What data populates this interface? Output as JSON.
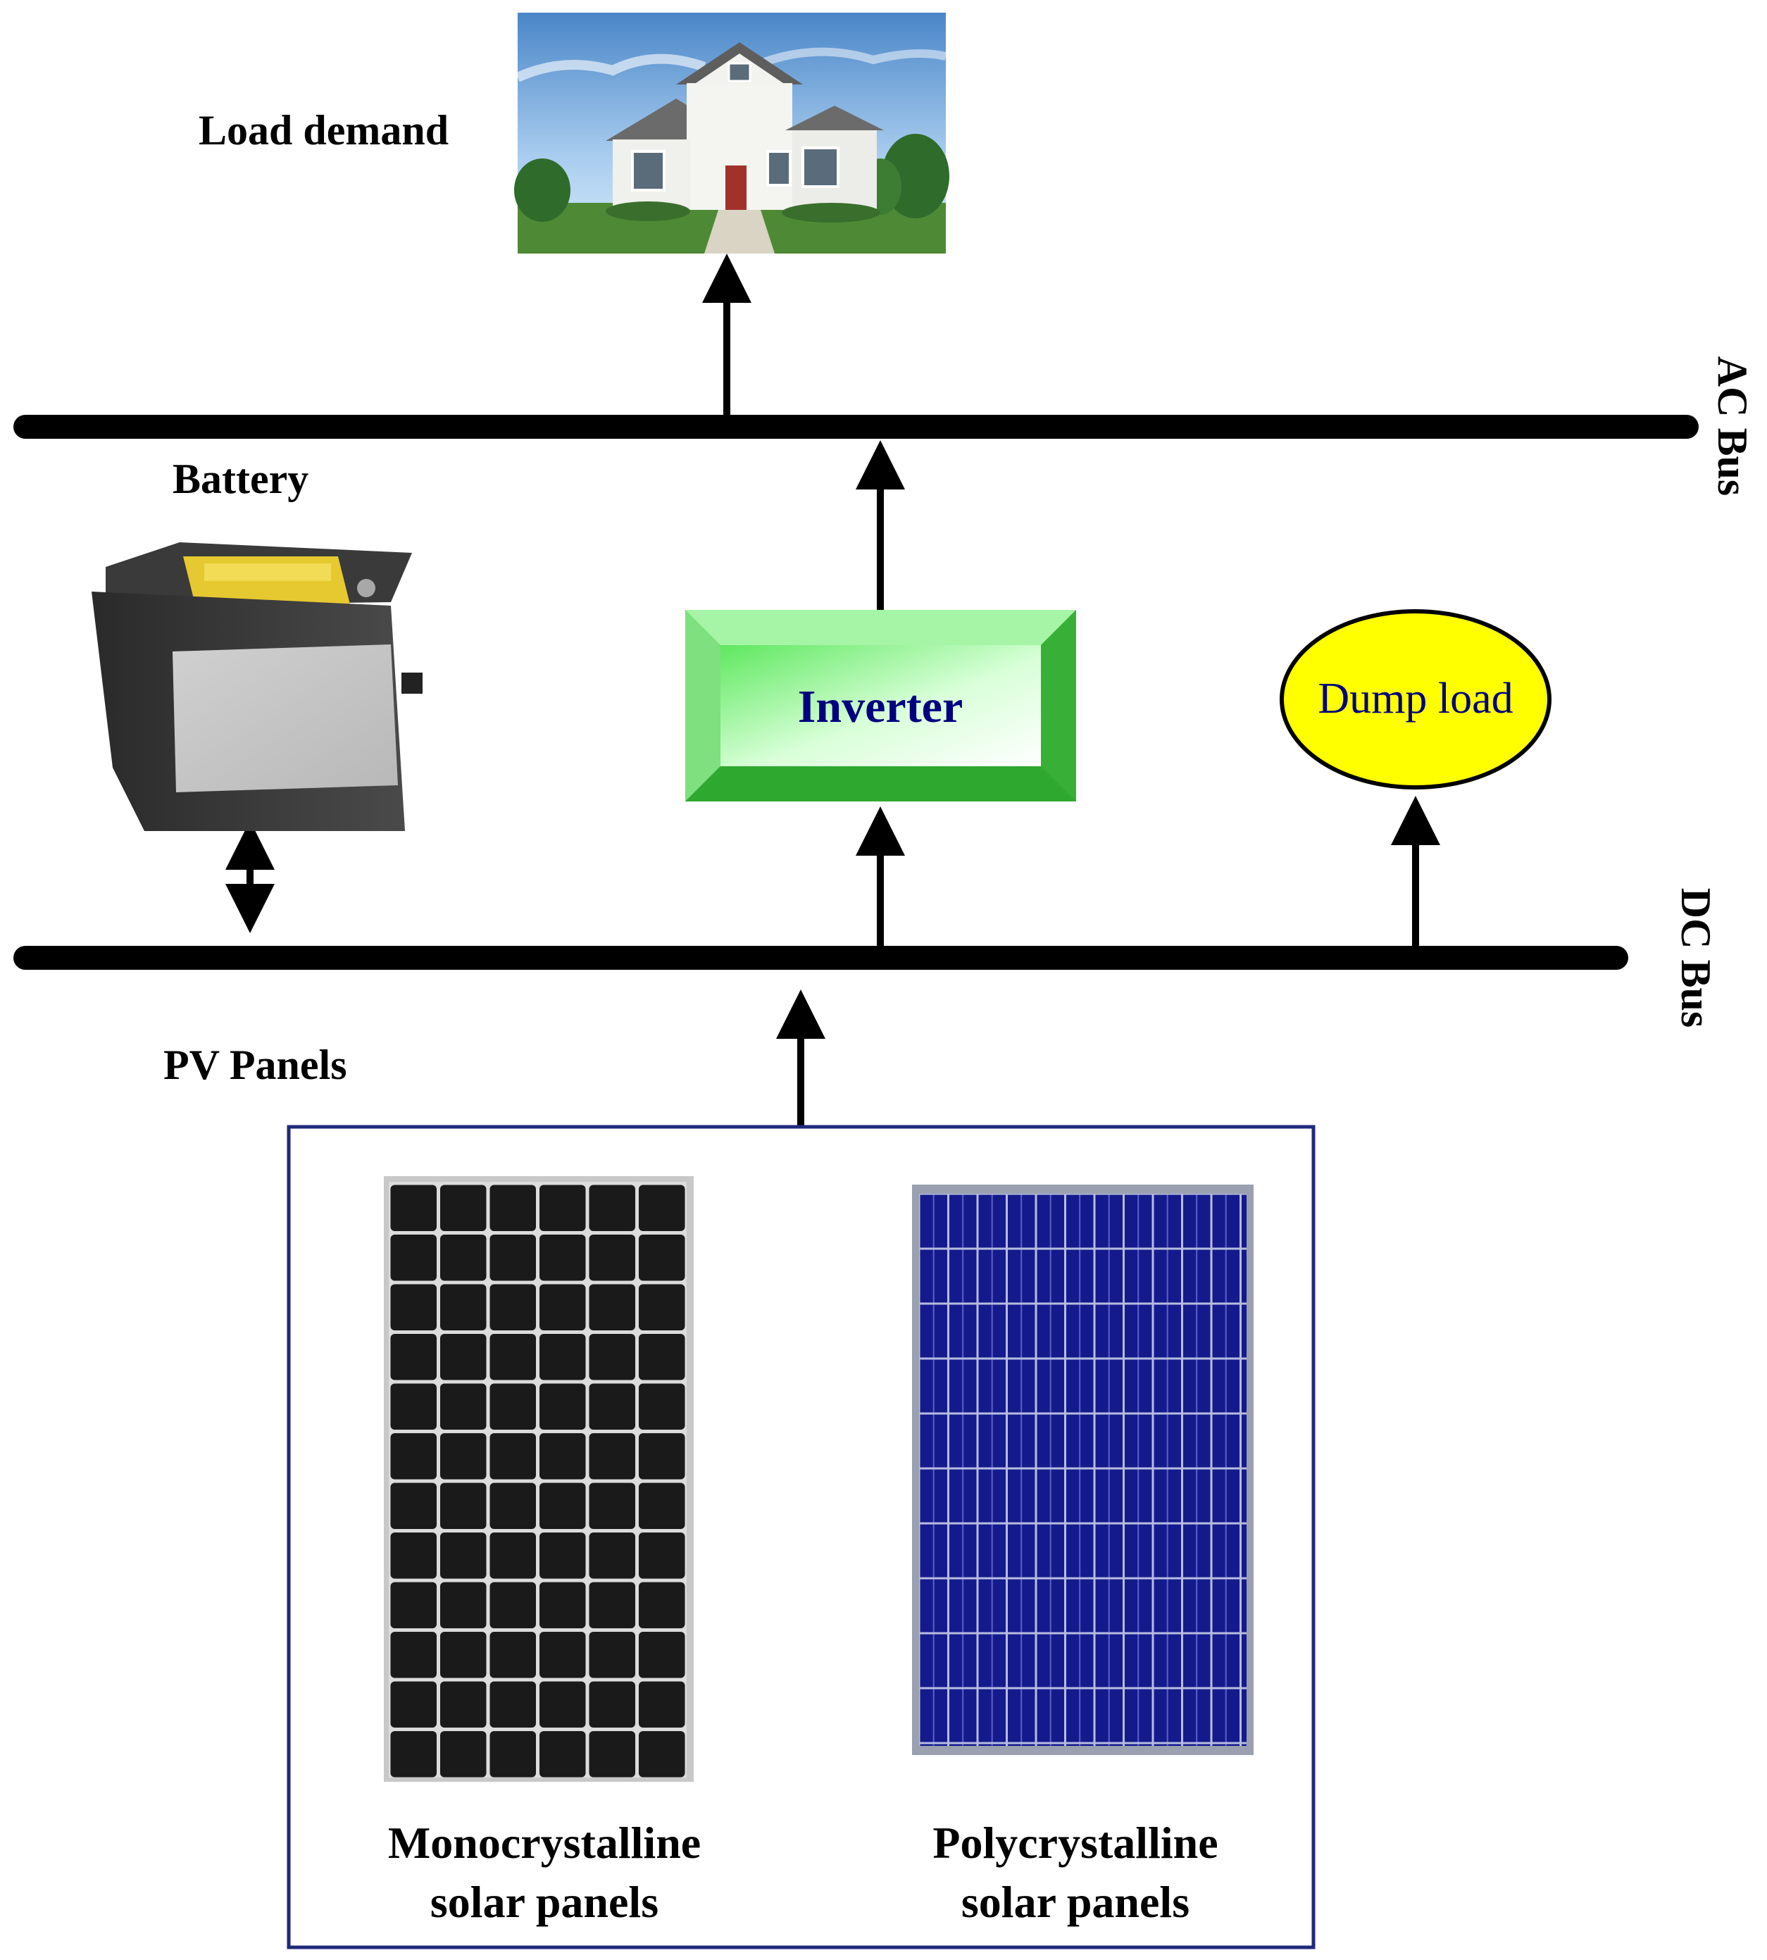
{
  "labels": {
    "load_demand": "Load demand",
    "battery": "Battery",
    "inverter": "Inverter",
    "dump_load": "Dump load",
    "ac_bus": "AC Bus",
    "dc_bus": "DC Bus",
    "pv_panels": "PV Panels",
    "mono_line1": "Monocrystalline",
    "mono_line2": "solar panels",
    "poly_line1": "Polycrystalline",
    "poly_line2": "solar panels"
  },
  "icons": {
    "house": "house-icon",
    "battery": "battery-icon",
    "mono_panel": "monocrystalline-panel-icon",
    "poly_panel": "polycrystalline-panel-icon"
  },
  "colors": {
    "bus": "#000000",
    "inverter_dark": "#3fbf3f",
    "inverter_light": "#9ef59e",
    "inverter_text": "#000080",
    "dump_fill": "#ffff00",
    "dump_text": "#000080",
    "pv_frame": "#1f2a7a",
    "mono_cell": "#1a1a1a",
    "poly_cell": "#141a8c"
  }
}
